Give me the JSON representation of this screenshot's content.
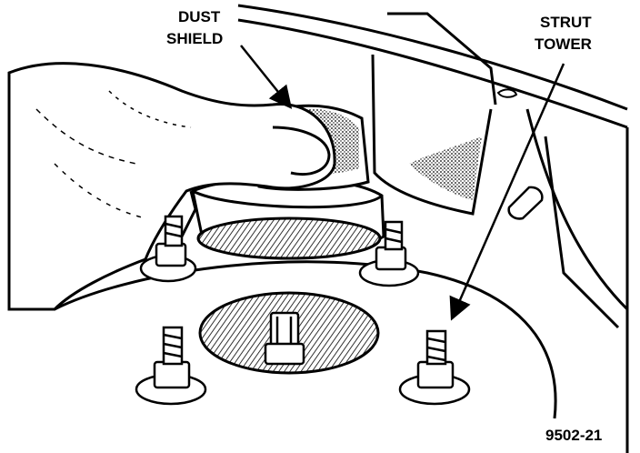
{
  "labels": {
    "dust_shield_line1": "DUST",
    "dust_shield_line2": "SHIELD",
    "strut_tower_line1": "STRUT",
    "strut_tower_line2": "TOWER",
    "figure_number": "9502-21"
  },
  "colors": {
    "ink": "#000000",
    "paper": "#ffffff"
  }
}
